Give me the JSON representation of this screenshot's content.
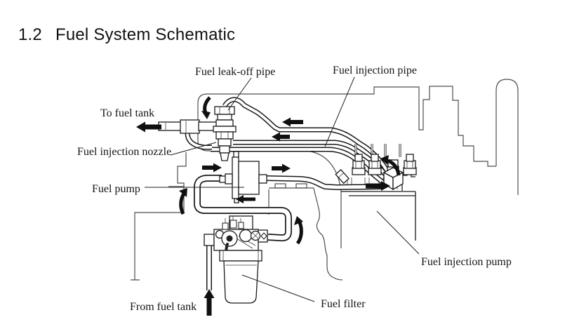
{
  "page": {
    "title_number": "1.2",
    "title": "Fuel System Schematic"
  },
  "diagram": {
    "labels": {
      "leak_off_pipe": "Fuel leak-off pipe",
      "injection_pipe": "Fuel injection pipe",
      "to_fuel_tank": "To fuel tank",
      "injection_nozzle": "Fuel injection nozzle",
      "fuel_pump": "Fuel pump",
      "injection_pump": "Fuel injection pump",
      "from_fuel_tank": "From fuel tank",
      "fuel_filter": "Fuel filter"
    },
    "colors": {
      "background": "#ffffff",
      "line": "#1a1a1a",
      "engine_line": "#4d4d4d",
      "arrow": "#101010"
    }
  }
}
